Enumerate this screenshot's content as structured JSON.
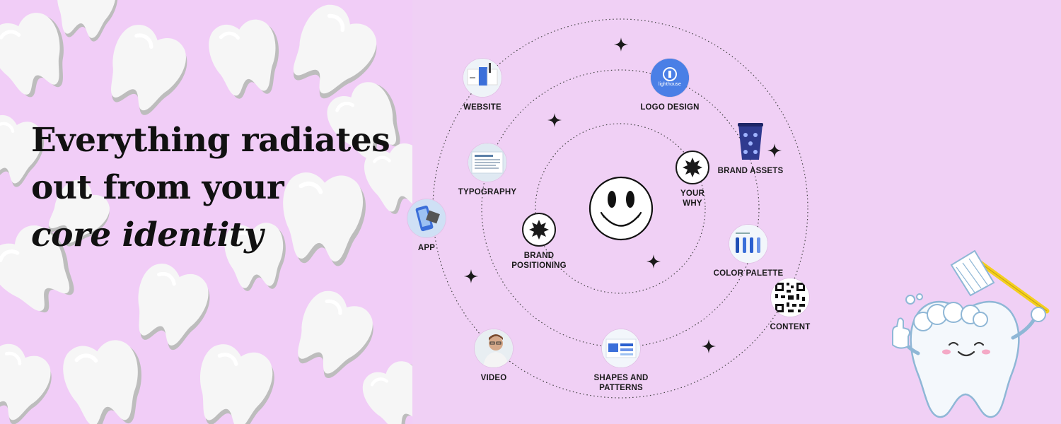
{
  "headline": {
    "line1": "Everything radiates",
    "line2": "out from your",
    "line3": "core identity"
  },
  "nodes": {
    "website": {
      "label": "WEBSITE",
      "icon": "website-thumbnail"
    },
    "logo_design": {
      "label": "LOGO DESIGN",
      "logo_text": "lighthouse",
      "icon": "logo-thumbnail"
    },
    "brand_assets": {
      "label": "BRAND ASSETS",
      "icon": "cup-icon"
    },
    "typography": {
      "label": "TYPOGRAPHY",
      "icon": "typography-thumbnail"
    },
    "your_why": {
      "label_line1": "YOUR",
      "label_line2": "WHY",
      "icon": "burst-icon"
    },
    "app": {
      "label": "APP",
      "icon": "phone-icon"
    },
    "brand_positioning": {
      "label_line1": "BRAND",
      "label_line2": "POSITIONING",
      "icon": "burst-icon"
    },
    "color_palette": {
      "label": "COLOR PALETTE",
      "icon": "palette-thumbnail"
    },
    "content": {
      "label": "CONTENT",
      "icon": "qr-code-icon"
    },
    "video": {
      "label": "VIDEO",
      "icon": "person-photo"
    },
    "shapes_patterns": {
      "label_line1": "SHAPES AND",
      "label_line2": "PATTERNS",
      "icon": "shapes-thumbnail"
    }
  },
  "colors": {
    "background": "#f0d0f5",
    "tooth": "#f6f6f6",
    "tooth_shadow": "#c9c9c9",
    "text": "#111111",
    "accent_blue": "#3b6fd9",
    "brush_yellow": "#f4cf1f"
  }
}
